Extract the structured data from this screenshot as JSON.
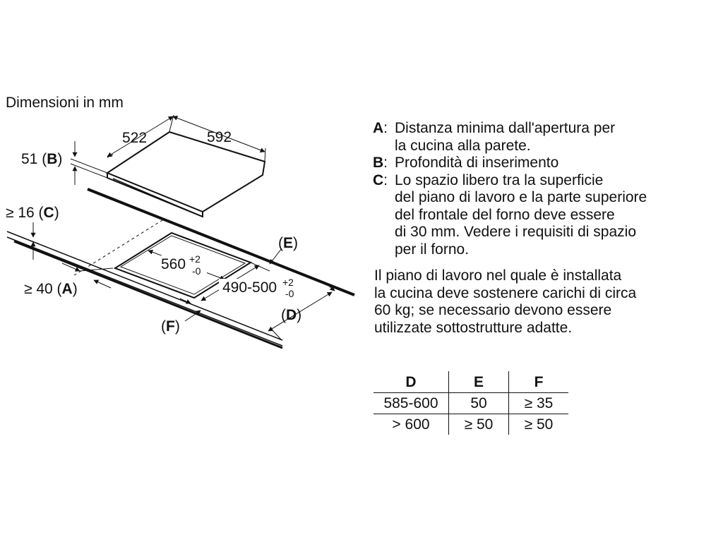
{
  "title": "Dimensioni in mm",
  "diagram": {
    "hob_width": "592",
    "hob_depth": "522",
    "dim_b_value": "51",
    "dim_b_letter": "B",
    "dim_c_prefix": "≥ 16",
    "dim_c_letter": "C",
    "dim_a_prefix": "≥ 40",
    "dim_a_letter": "A",
    "cutout_width": "560",
    "cutout_width_tol_upper": "+2",
    "cutout_width_tol_lower": "-0",
    "cutout_depth": "490-500",
    "cutout_depth_tol_upper": "+2",
    "cutout_depth_tol_lower": "-0",
    "label_d": "D",
    "label_e": "E",
    "label_f": "F"
  },
  "legend": [
    {
      "key": "A",
      "text": "Distanza minima dall'apertura per\nla cucina alla parete."
    },
    {
      "key": "B",
      "text": "Profondità di inserimento"
    },
    {
      "key": "C",
      "text": "Lo spazio libero tra la superficie\ndel piano di lavoro e la parte superiore\ndel frontale del forno deve essere\ndi 30 mm. Vedere i requisiti di spazio\nper il forno."
    }
  ],
  "note": "Il piano di lavoro nel quale è installata\nla cucina deve sostenere carichi di circa\n60 kg; se necessario devono essere\nutilizzate sottostrutture adatte.",
  "table": {
    "headers": [
      "D",
      "E",
      "F"
    ],
    "rows": [
      [
        "585-600",
        "50",
        "≥ 35"
      ],
      [
        "> 600",
        "≥ 50",
        "≥ 50"
      ]
    ]
  }
}
